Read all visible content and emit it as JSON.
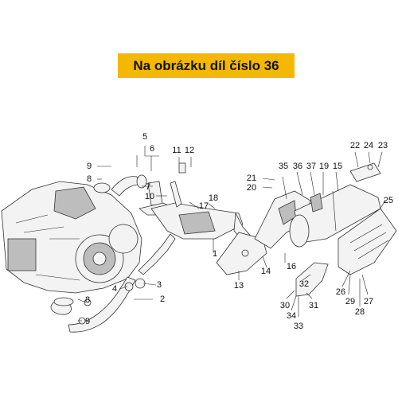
{
  "banner": {
    "text": "Na obrázku díl číslo 36",
    "color": "#f5b800"
  },
  "callouts": [
    {
      "id": "1",
      "label": "1"
    },
    {
      "id": "2",
      "label": "2"
    },
    {
      "id": "3",
      "label": "3"
    },
    {
      "id": "4",
      "label": "4"
    },
    {
      "id": "5",
      "label": "5"
    },
    {
      "id": "6",
      "label": "6"
    },
    {
      "id": "7",
      "label": "7"
    },
    {
      "id": "8a",
      "label": "8"
    },
    {
      "id": "8b",
      "label": "8"
    },
    {
      "id": "9a",
      "label": "9"
    },
    {
      "id": "9b",
      "label": "9"
    },
    {
      "id": "10",
      "label": "10"
    },
    {
      "id": "11",
      "label": "11"
    },
    {
      "id": "12",
      "label": "12"
    },
    {
      "id": "13",
      "label": "13"
    },
    {
      "id": "14",
      "label": "14"
    },
    {
      "id": "15",
      "label": "15"
    },
    {
      "id": "16",
      "label": "16"
    },
    {
      "id": "17",
      "label": "17"
    },
    {
      "id": "18",
      "label": "18"
    },
    {
      "id": "19",
      "label": "19"
    },
    {
      "id": "20",
      "label": "20"
    },
    {
      "id": "21",
      "label": "21"
    },
    {
      "id": "22",
      "label": "22"
    },
    {
      "id": "23",
      "label": "23"
    },
    {
      "id": "24",
      "label": "24"
    },
    {
      "id": "25",
      "label": "25"
    },
    {
      "id": "26",
      "label": "26"
    },
    {
      "id": "27",
      "label": "27"
    },
    {
      "id": "28",
      "label": "28"
    },
    {
      "id": "29",
      "label": "29"
    },
    {
      "id": "30",
      "label": "30"
    },
    {
      "id": "31",
      "label": "31"
    },
    {
      "id": "32",
      "label": "32"
    },
    {
      "id": "33",
      "label": "33"
    },
    {
      "id": "34",
      "label": "34"
    },
    {
      "id": "35",
      "label": "35"
    },
    {
      "id": "36",
      "label": "36"
    },
    {
      "id": "37",
      "label": "37"
    }
  ]
}
